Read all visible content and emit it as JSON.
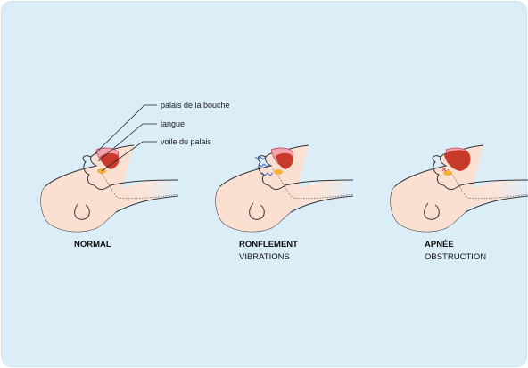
{
  "annotations": {
    "palate": "palais de la bouche",
    "tongue": "langue",
    "soft_palate": "voile du palais"
  },
  "panels": [
    {
      "title": "NORMAL",
      "subtitle": ""
    },
    {
      "title": "RONFLEMENT",
      "subtitle": "VIBRATIONS"
    },
    {
      "title": "APNÉE",
      "subtitle": "OBSTRUCTION"
    }
  ],
  "colors": {
    "background": "#dbeef8",
    "skin": "#fbe0d2",
    "outline": "#333333",
    "palate": "#e2607a",
    "tongue": "#c83a2a",
    "soft_palate": "#f4b13a",
    "vibration": "#3b5cc4"
  }
}
